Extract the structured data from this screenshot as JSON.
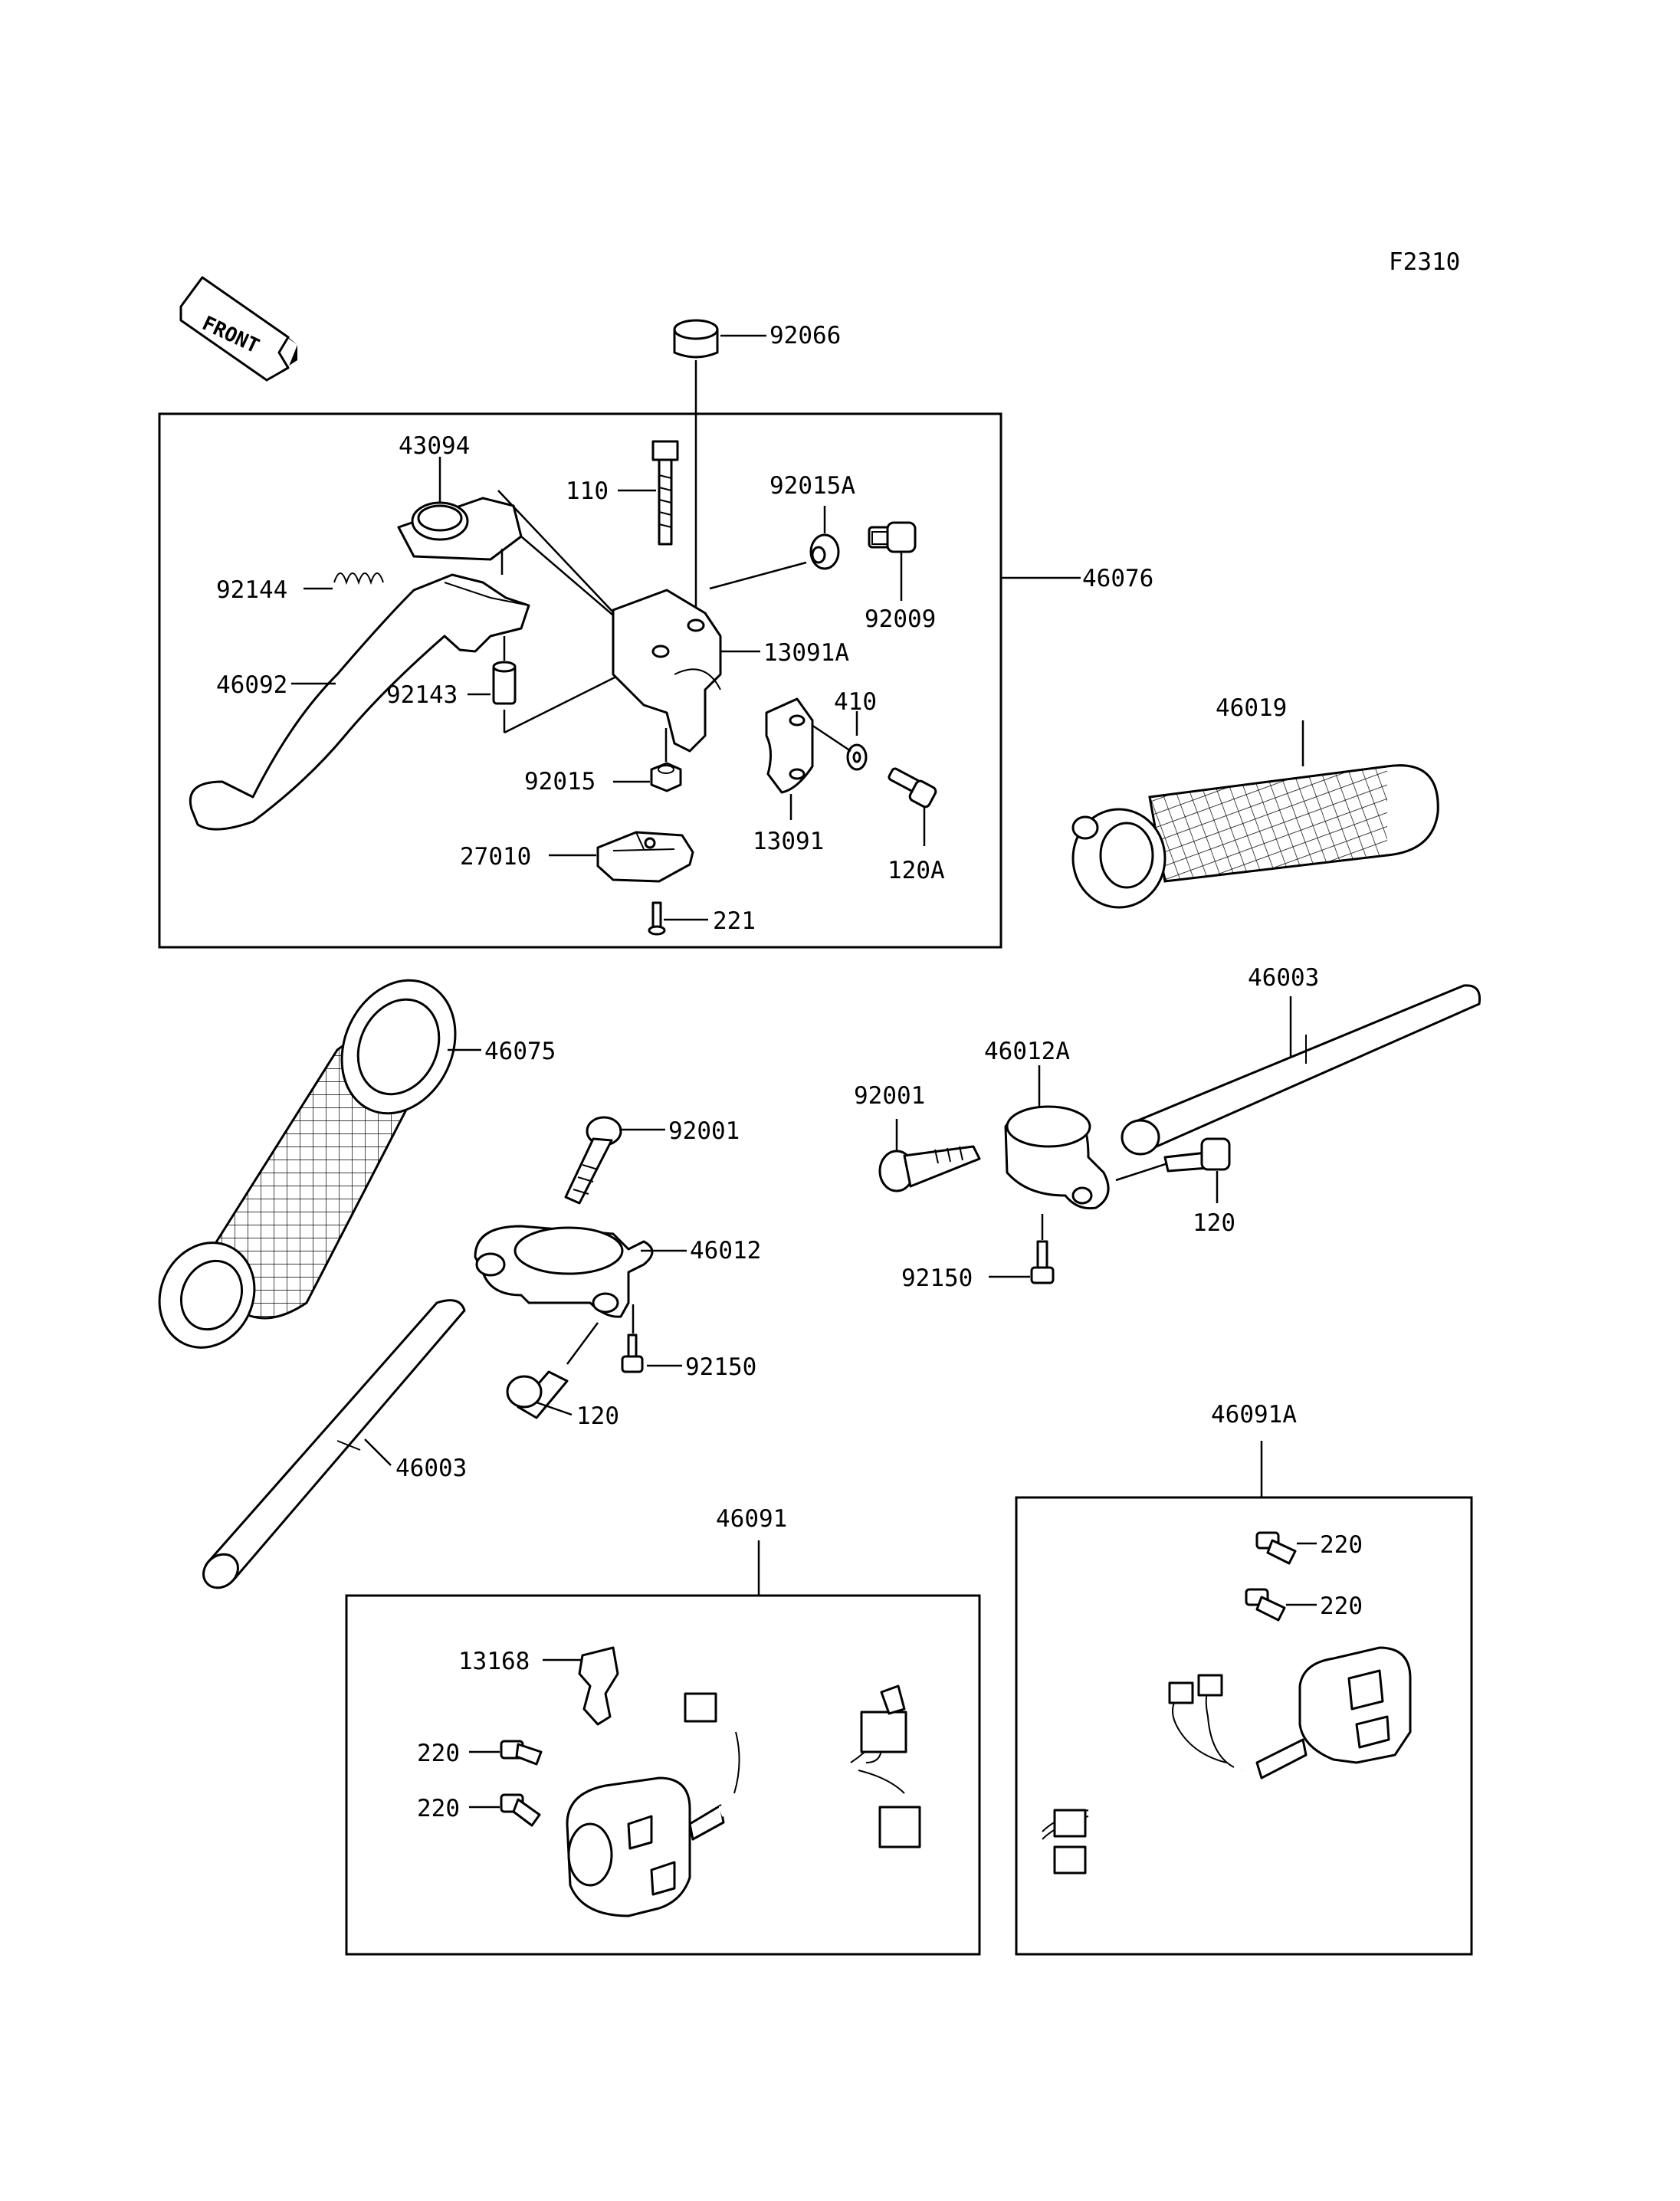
{
  "figure_code": "F2310",
  "front_label": "FRONT",
  "parts": {
    "p92066": "92066",
    "p43094": "43094",
    "p110": "110",
    "p92015A": "92015A",
    "p46076": "46076",
    "p92144": "92144",
    "p13091A": "13091A",
    "p92009": "92009",
    "p46092": "46092",
    "p92143": "92143",
    "p410": "410",
    "p92015": "92015",
    "p13091": "13091",
    "p27010": "27010",
    "p120A": "120A",
    "p221": "221",
    "p46019": "46019",
    "p46003_top": "46003",
    "p46075": "46075",
    "p46012A": "46012A",
    "p92001_mid": "92001",
    "p92001_right": "92001",
    "p120_right": "120",
    "p46012": "46012",
    "p92150_right": "92150",
    "p92150_mid": "92150",
    "p120_mid": "120",
    "p46003_bottom": "46003",
    "p46091A": "46091A",
    "p46091": "46091",
    "p220_r1": "220",
    "p220_r2": "220",
    "p13168": "13168",
    "p220_l1": "220",
    "p220_l2": "220"
  }
}
